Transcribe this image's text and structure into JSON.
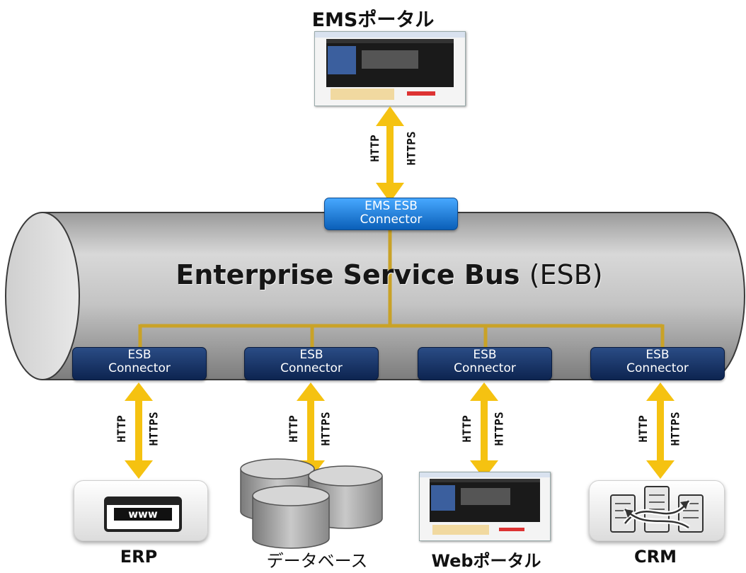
{
  "top": {
    "title": "EMSポータル"
  },
  "bus": {
    "title_main": "Enterprise Service Bus",
    "title_abbr": "(ESB)"
  },
  "ems_connector": {
    "line1": "EMS ESB",
    "line2": "Connector"
  },
  "connectors": [
    {
      "line1": "ESB",
      "line2": "Connector"
    },
    {
      "line1": "ESB",
      "line2": "Connector"
    },
    {
      "line1": "ESB",
      "line2": "Connector"
    },
    {
      "line1": "ESB",
      "line2": "Connector"
    }
  ],
  "protocols": {
    "http": "HTTP",
    "https": "HTTPS"
  },
  "endpoints": [
    {
      "label": "ERP",
      "icon": "www-icon"
    },
    {
      "label": "データベース",
      "icon": "database-icon"
    },
    {
      "label": "Webポータル",
      "icon": "web-portal-screenshot"
    },
    {
      "label": "CRM",
      "icon": "server-sync-icon"
    }
  ],
  "icons": {
    "www_text": "www"
  },
  "colors": {
    "arrow": "#f5c211",
    "bus_line": "#c9a227",
    "connector_top": "#1e88e5",
    "connector_bottom": "#0f2a5c"
  }
}
